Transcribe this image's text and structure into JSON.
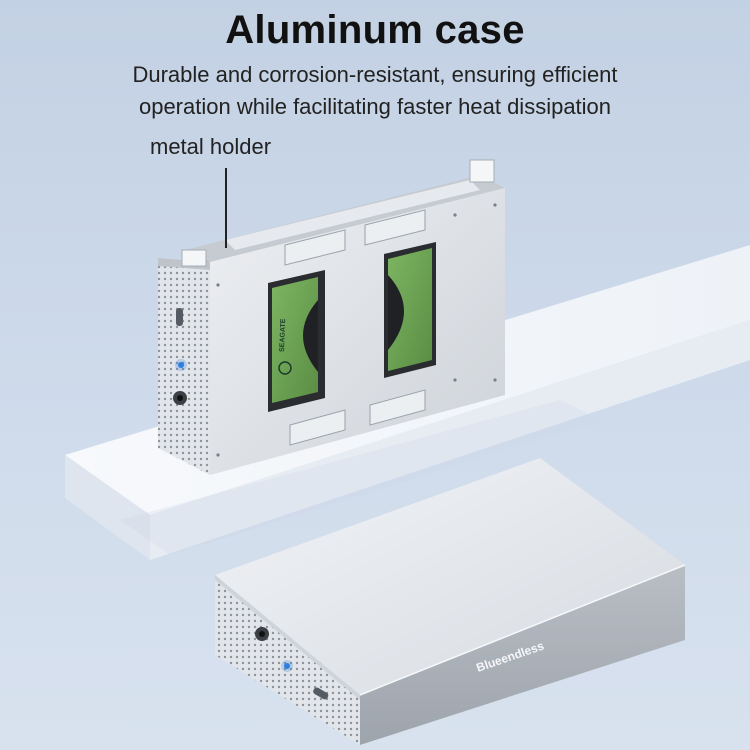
{
  "header": {
    "title": "Aluminum case",
    "subtitle_line1": "Durable and corrosion-resistant, ensuring efficient",
    "subtitle_line2": "operation while facilitating faster heat dissipation"
  },
  "callout": {
    "label": "metal holder"
  },
  "products": {
    "enclosure_brand": "Blueendless",
    "drive_brand": "SEAGATE"
  },
  "colors": {
    "background": "#c8d5e7",
    "pedestal": "#f4f6fa",
    "aluminum": "#d9dde2",
    "drive_label": "#6fa455",
    "status_led": "#2b7fe0"
  }
}
